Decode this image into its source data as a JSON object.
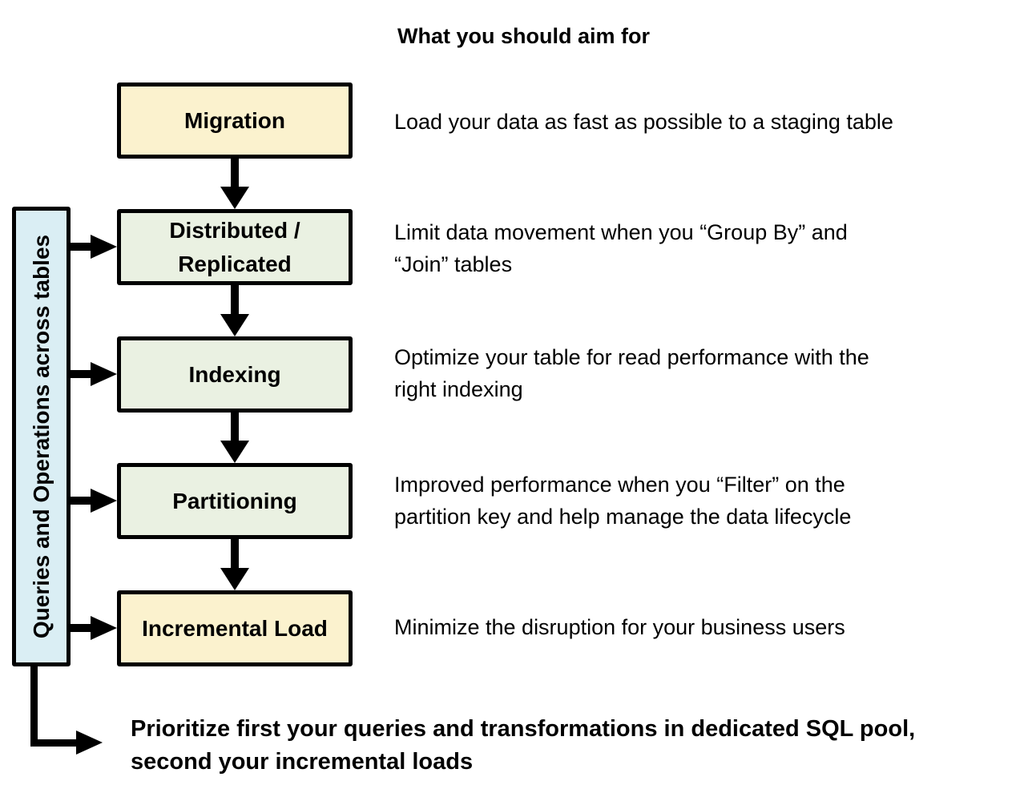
{
  "header": {
    "title": "What you should aim for"
  },
  "sidebar": {
    "label": "Queries and Operations across tables"
  },
  "flow": {
    "steps": [
      {
        "id": "migration",
        "label": "Migration",
        "fill": "cream",
        "description": "Load your data as fast as possible to a staging table"
      },
      {
        "id": "distributed-replicated",
        "label": "Distributed /\nReplicated",
        "fill": "green",
        "description": "Limit data movement when you “Group By” and\n“Join” tables"
      },
      {
        "id": "indexing",
        "label": "Indexing",
        "fill": "green",
        "description": "Optimize your table for read performance with the\nright indexing"
      },
      {
        "id": "partitioning",
        "label": "Partitioning",
        "fill": "green",
        "description": "Improved performance when you “Filter” on the\npartition key and help manage the data lifecycle"
      },
      {
        "id": "incremental-load",
        "label": "Incremental Load",
        "fill": "cream",
        "description": "Minimize the disruption for your business users"
      }
    ]
  },
  "footer": {
    "note": "Prioritize first your queries and transformations in dedicated SQL pool,\nsecond your incremental loads"
  },
  "colors": {
    "box_cream": "#FBF2CE",
    "box_green": "#EAF1E2",
    "sidebar_blue": "#DAEEF4",
    "line_black": "#000000"
  }
}
